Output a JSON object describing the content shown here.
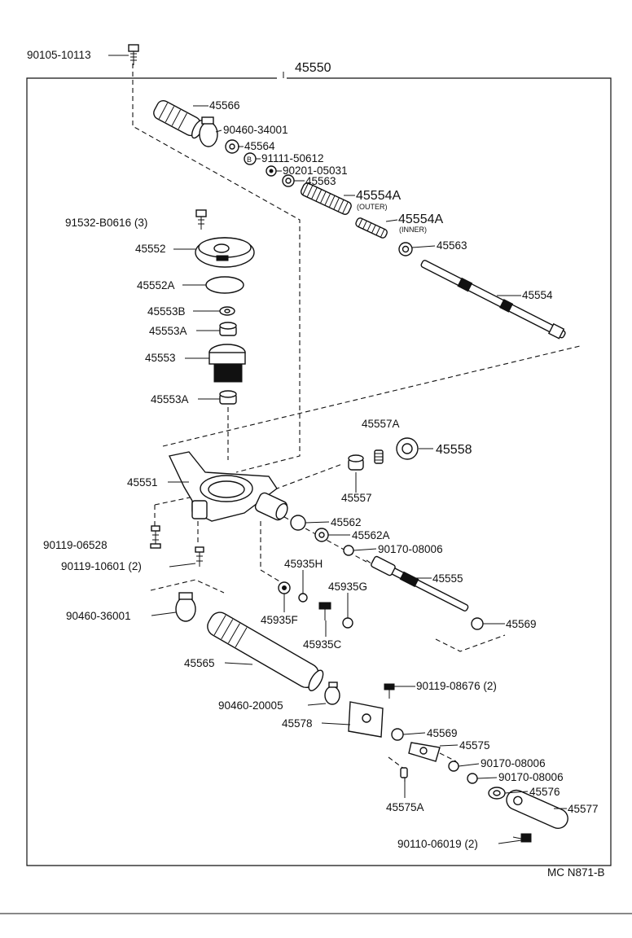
{
  "assembly_number": "45550",
  "catalog_code": "MC N871-B",
  "parts": [
    {
      "id": "p-90105-10113",
      "number": "90105-10113"
    },
    {
      "id": "p-45566",
      "number": "45566"
    },
    {
      "id": "p-90460-34001",
      "number": "90460-34001"
    },
    {
      "id": "p-45564",
      "number": "45564"
    },
    {
      "id": "p-91111-50612",
      "number": "91111-50612",
      "marker": "B"
    },
    {
      "id": "p-90201-05031",
      "number": "90201-05031"
    },
    {
      "id": "p-45563-a",
      "number": "45563"
    },
    {
      "id": "p-45554a-outer",
      "number": "45554A",
      "note": "(OUTER)"
    },
    {
      "id": "p-45554a-inner",
      "number": "45554A",
      "note": "(INNER)"
    },
    {
      "id": "p-45563-b",
      "number": "45563"
    },
    {
      "id": "p-45554",
      "number": "45554"
    },
    {
      "id": "p-91532-b0616",
      "number": "91532-B0616 (3)"
    },
    {
      "id": "p-45552",
      "number": "45552"
    },
    {
      "id": "p-45552a",
      "number": "45552A"
    },
    {
      "id": "p-45553b",
      "number": "45553B"
    },
    {
      "id": "p-45553a-top",
      "number": "45553A"
    },
    {
      "id": "p-45553",
      "number": "45553"
    },
    {
      "id": "p-45553a-bottom",
      "number": "45553A"
    },
    {
      "id": "p-45557a",
      "number": "45557A"
    },
    {
      "id": "p-45558",
      "number": "45558"
    },
    {
      "id": "p-45551",
      "number": "45551"
    },
    {
      "id": "p-45557",
      "number": "45557"
    },
    {
      "id": "p-45562",
      "number": "45562"
    },
    {
      "id": "p-45562a",
      "number": "45562A"
    },
    {
      "id": "p-90119-06528",
      "number": "90119-06528"
    },
    {
      "id": "p-90170-08006-a",
      "number": "90170-08006"
    },
    {
      "id": "p-90119-10601",
      "number": "90119-10601 (2)"
    },
    {
      "id": "p-45935h",
      "number": "45935H"
    },
    {
      "id": "p-45555",
      "number": "45555"
    },
    {
      "id": "p-45935g",
      "number": "45935G"
    },
    {
      "id": "p-90460-36001",
      "number": "90460-36001"
    },
    {
      "id": "p-45935f",
      "number": "45935F"
    },
    {
      "id": "p-45569-a",
      "number": "45569"
    },
    {
      "id": "p-45935c",
      "number": "45935C"
    },
    {
      "id": "p-45565",
      "number": "45565"
    },
    {
      "id": "p-90119-08676",
      "number": "90119-08676 (2)"
    },
    {
      "id": "p-90460-20005",
      "number": "90460-20005"
    },
    {
      "id": "p-45578",
      "number": "45578"
    },
    {
      "id": "p-45569-b",
      "number": "45569"
    },
    {
      "id": "p-45575",
      "number": "45575"
    },
    {
      "id": "p-90170-08006-b",
      "number": "90170-08006"
    },
    {
      "id": "p-90170-08006-c",
      "number": "90170-08006"
    },
    {
      "id": "p-45576",
      "number": "45576"
    },
    {
      "id": "p-45575a",
      "number": "45575A"
    },
    {
      "id": "p-45577",
      "number": "45577"
    },
    {
      "id": "p-90110-06019",
      "number": "90110-06019 (2)"
    }
  ]
}
